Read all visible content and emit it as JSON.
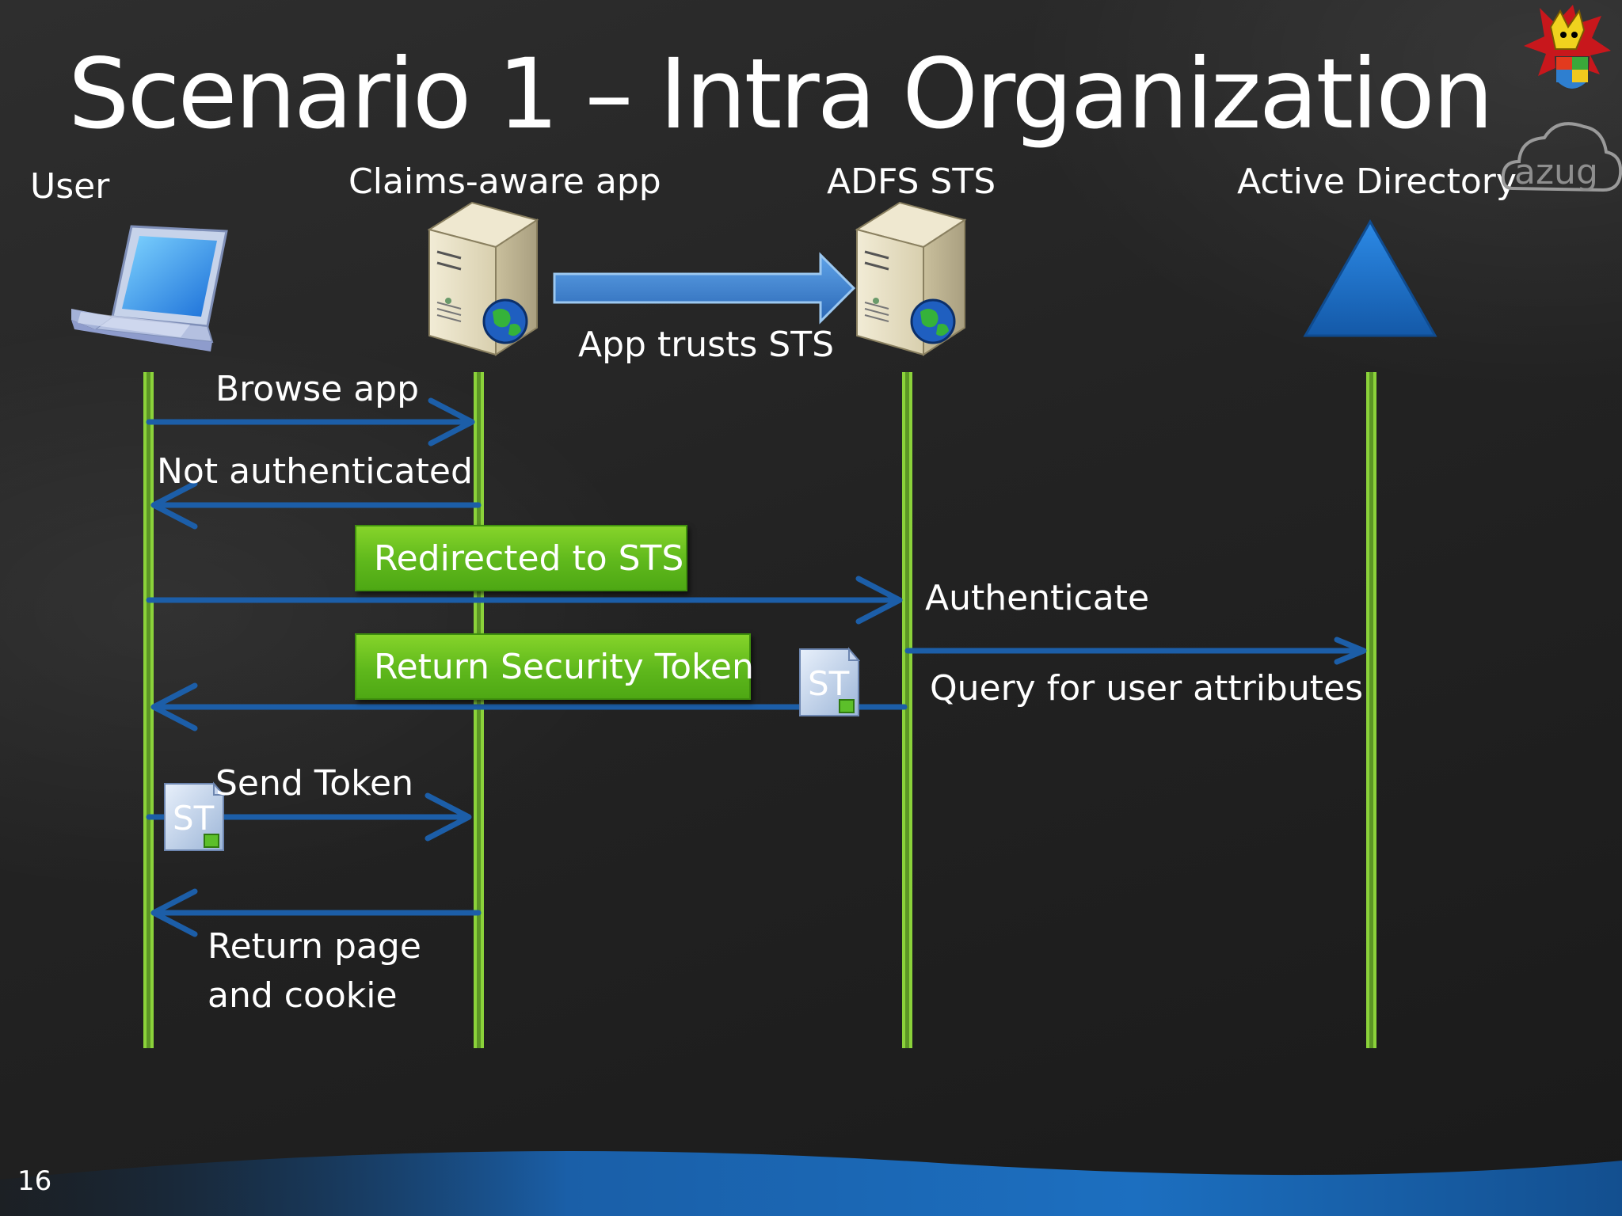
{
  "slide": {
    "title": "Scenario 1 – Intra Organization",
    "page_number": "16"
  },
  "columns": {
    "user": "User",
    "app": "Claims-aware app",
    "sts": "ADFS STS",
    "ad": "Active Directory"
  },
  "messages": {
    "trust": "App trusts STS",
    "browse": "Browse app",
    "not_auth": "Not authenticated",
    "redirect": "Redirected to STS",
    "authenticate": "Authenticate",
    "return_token": "Return Security Token",
    "query": "Query for user attributes",
    "send_token": "Send Token",
    "return_page_1": "Return page",
    "return_page_2": "and cookie"
  },
  "tokens": {
    "label": "ST"
  },
  "logos": {
    "azug": "azug"
  },
  "colors": {
    "lifeline": "#8bd23a",
    "arrow": "#1c5ea8",
    "green_box": "#5fb81c",
    "ad_triangle": "#1f78d1"
  }
}
